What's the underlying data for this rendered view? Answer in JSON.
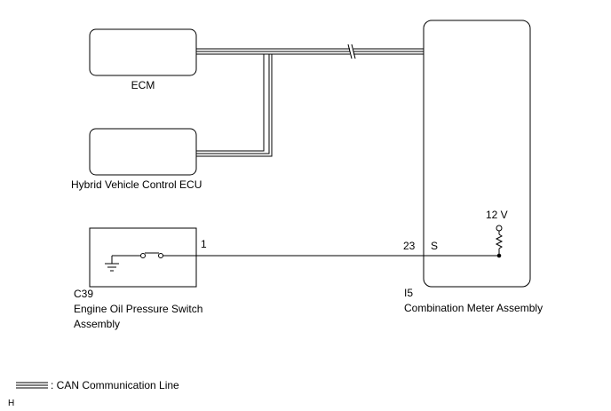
{
  "components": {
    "ecm": {
      "label": "ECM"
    },
    "hybrid_ecu": {
      "label": "Hybrid Vehicle Control ECU"
    },
    "oil_switch": {
      "code": "C39",
      "name_line1": "Engine Oil Pressure Switch",
      "name_line2": "Assembly",
      "pin": "1"
    },
    "combination_meter": {
      "code": "I5",
      "name": "Combination Meter Assembly",
      "pin": "23",
      "terminal": "S",
      "supply": "12 V"
    }
  },
  "legend": {
    "can_line_label": ": CAN Communication Line"
  },
  "footer_mark": "H"
}
